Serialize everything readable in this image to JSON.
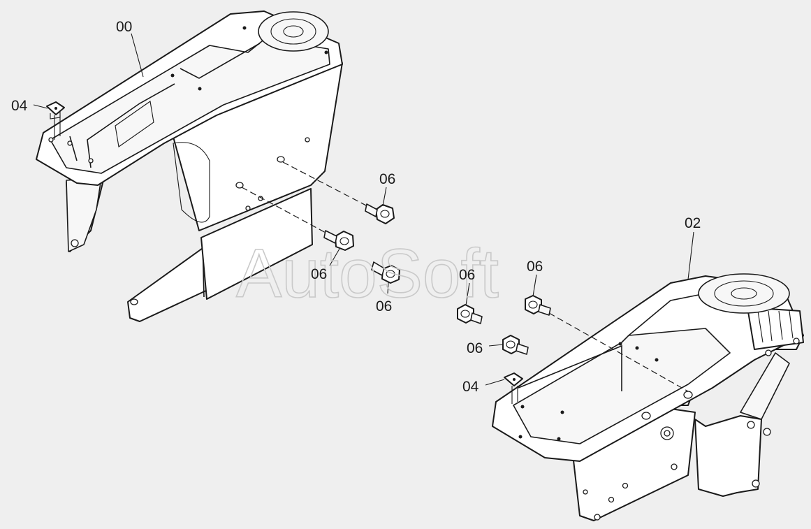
{
  "watermark": "AutoSoft",
  "callouts": {
    "c00": "00",
    "c04a": "04",
    "c06a": "06",
    "c06b": "06",
    "c06c": "06",
    "c06d": "06",
    "c06e": "06",
    "c06f": "06",
    "c02": "02",
    "c04b": "04"
  }
}
